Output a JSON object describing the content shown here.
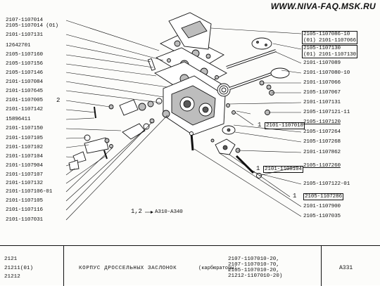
{
  "watermark": "WWW.NIVA-FAQ.MSK.RU",
  "left_labels": [
    "2107-1107014",
    "2105-1107014 (01)",
    "2101-1107131",
    "12642701",
    "2105-1107160",
    "2105-1107156",
    "2105-1107146",
    "2101-1107084",
    "2101-1107645",
    "2101-1107005",
    "2101-1107142",
    "15896411",
    "2101-1107150",
    "2101-1107105",
    "2101-1107102",
    "2101-1107104",
    "2101-1107904",
    "2101-1107107",
    "2101-1107132",
    "2101-1107106-01",
    "2101-1107105",
    "2101-1107116",
    "2101-1107031"
  ],
  "left_ref_num": "2",
  "right_labels": {
    "r1a": "2105-1107086-10",
    "r1b": "(01) 2101-1107066",
    "r2a": "2105-1107130",
    "r2b": "(01) 2101-1107130",
    "r3": "2101-1107089",
    "r4": "2101-1107080-10",
    "r5": "2101-1107066",
    "r6": "2105-1107067",
    "r7": "2101-1107131",
    "r8": "2105-1107121-11",
    "r9_num": "1",
    "r9": "2101-1107018",
    "r10": "2105-1107120",
    "r11": "2105-1107264",
    "r12": "2105-1107268",
    "r13": "2101-1107862",
    "r14_num": "1",
    "r14": "2101-1108104",
    "r15": "2105-1107260",
    "r16": "2105-1107122-01",
    "r17_num": "1",
    "r17": "2105-1107286",
    "r18": "2101-1107900",
    "r19": "2105-1107035"
  },
  "center_note": {
    "nums": "1,2",
    "text": "A310-A340"
  },
  "footer": {
    "models": [
      "2121",
      "21211(01)",
      "21212"
    ],
    "title": "КОРПУС ДРОССЕЛЬНЫХ ЗАСЛОНОК",
    "subtitle": "(карбюраторы:",
    "carbs": [
      "2107-1107010-20,",
      "2107-1107010-70,",
      "2105-1107010-20,",
      "21212-1107010-20)"
    ],
    "code": "А331"
  }
}
